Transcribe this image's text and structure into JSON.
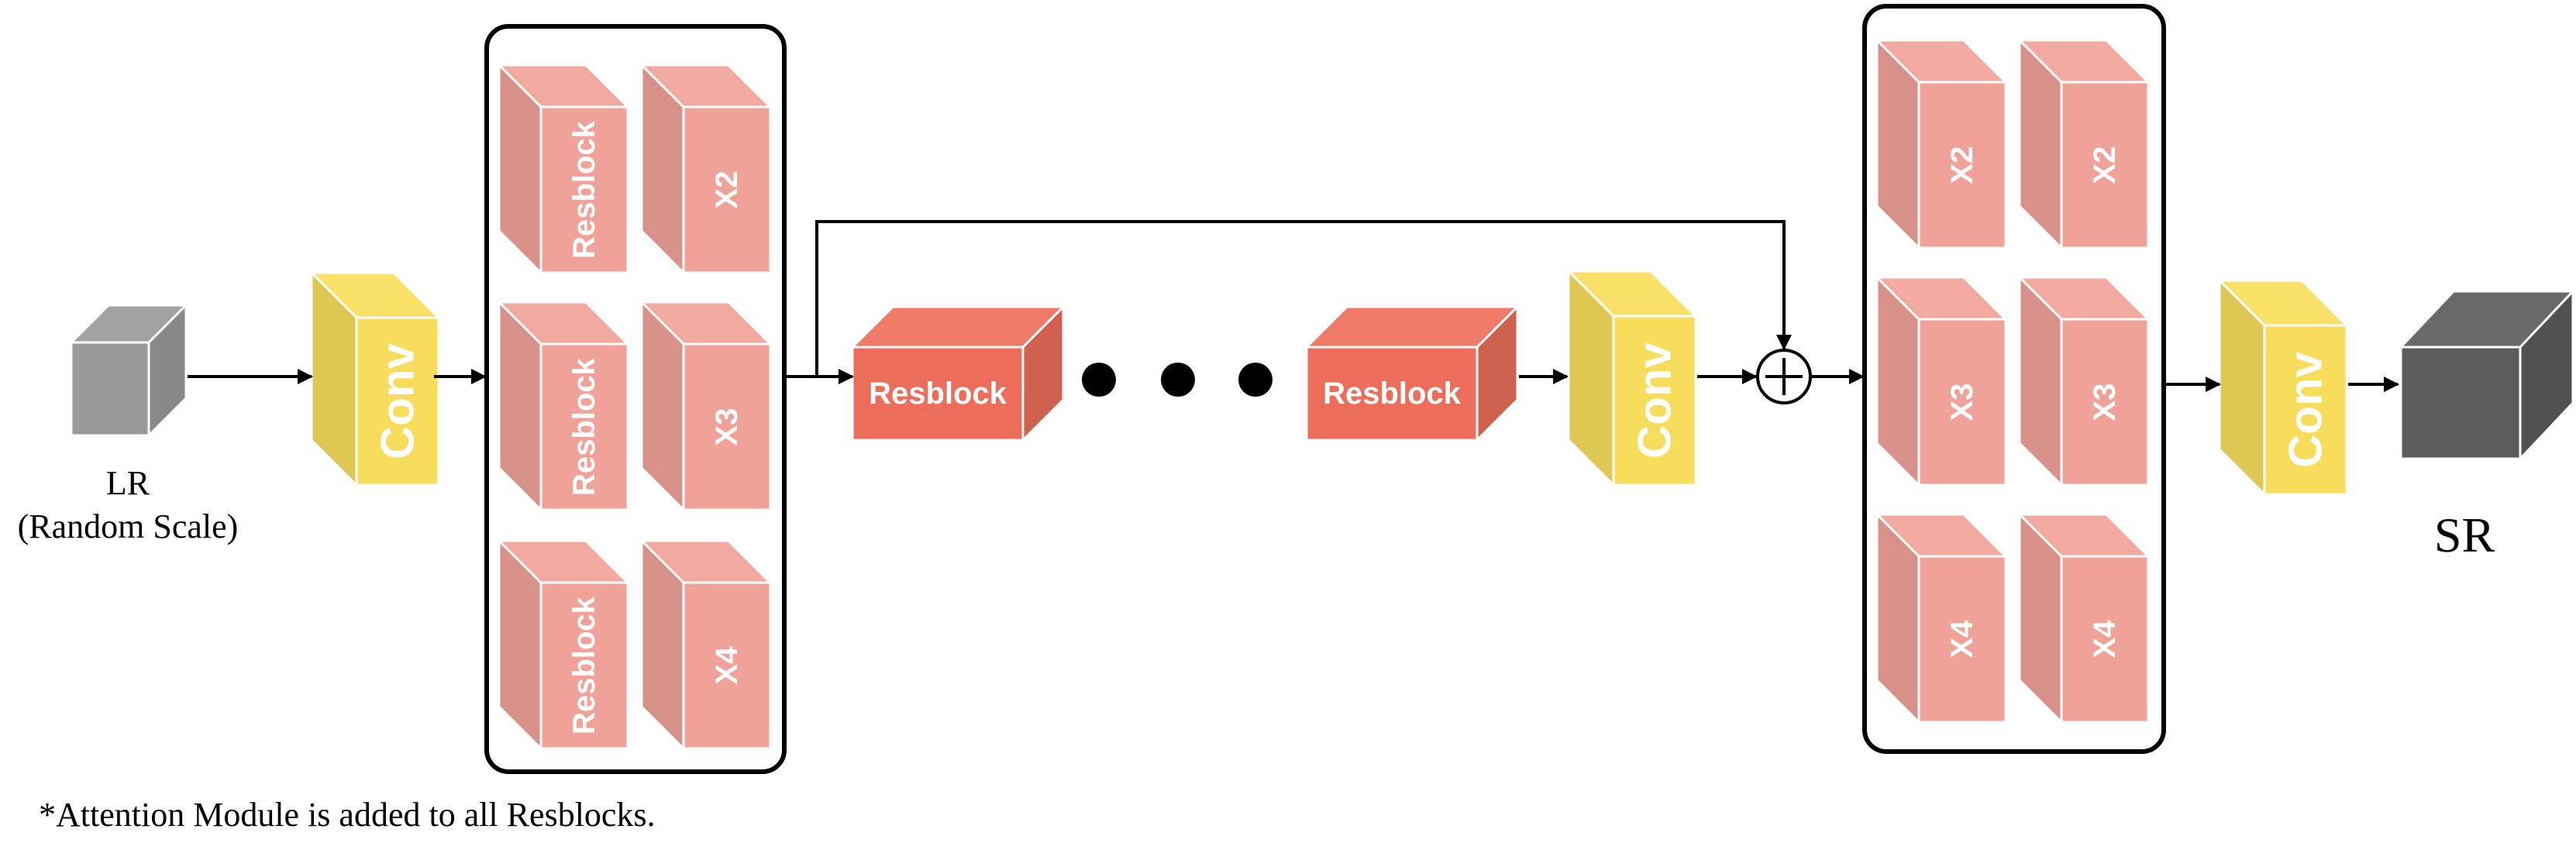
{
  "colors": {
    "lr_cube": "#9a9a9a",
    "sr_cube": "#5c5c5c",
    "conv": "#f8dd5c",
    "scale_block": "#f0a198",
    "resblock": "#ec6e5a",
    "line": "#000000"
  },
  "input": {
    "label": "LR",
    "sublabel": "(Random Scale)"
  },
  "output": {
    "label": "SR"
  },
  "conv_label": "Conv",
  "resblock_label": "Resblock",
  "encoder_panel": {
    "rows": [
      {
        "left": "Resblock",
        "right": "X2"
      },
      {
        "left": "Resblock",
        "right": "X3"
      },
      {
        "left": "Resblock",
        "right": "X4"
      }
    ]
  },
  "upsampler_panel": {
    "rows": [
      {
        "left": "X2",
        "right": "X2"
      },
      {
        "left": "X3",
        "right": "X3"
      },
      {
        "left": "X4",
        "right": "X4"
      }
    ]
  },
  "ellipsis": "● ● ●",
  "sum_symbol": "+",
  "footnote": "*Attention Module is added to all Resblocks."
}
